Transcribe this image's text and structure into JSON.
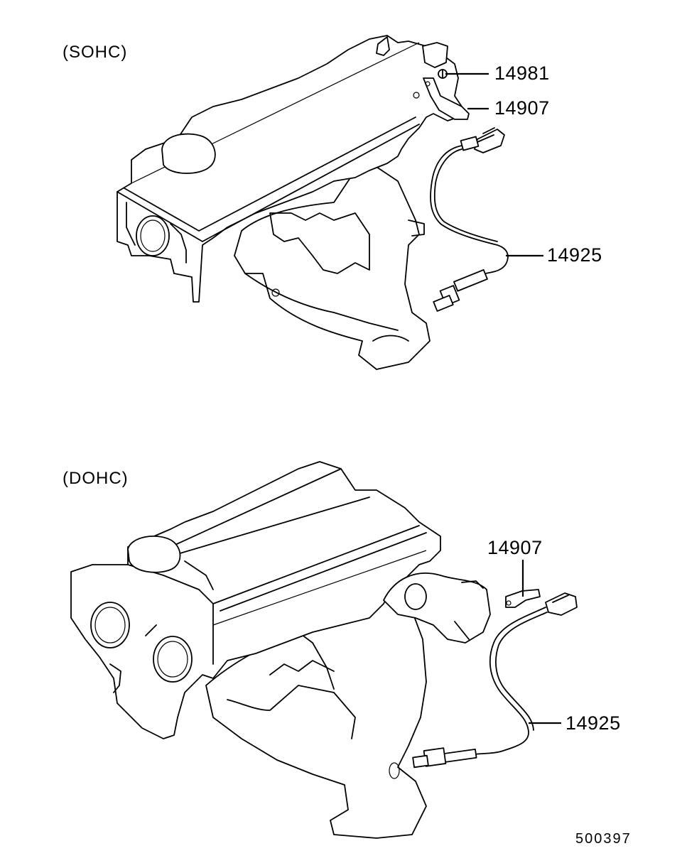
{
  "sections": [
    {
      "heading": "(SOHC)",
      "callouts": [
        {
          "part_no": "14981"
        },
        {
          "part_no": "14907"
        },
        {
          "part_no": "14925"
        }
      ]
    },
    {
      "heading": "(DOHC)",
      "callouts": [
        {
          "part_no": "14907"
        },
        {
          "part_no": "14925"
        }
      ]
    }
  ],
  "drawing_ref": "500397"
}
